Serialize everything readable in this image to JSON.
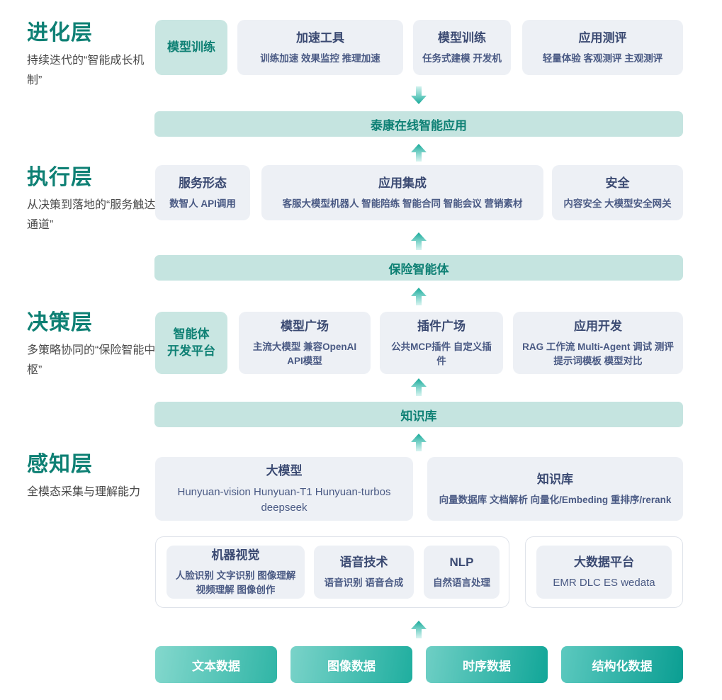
{
  "layers": [
    {
      "title": "进化层",
      "desc": "持续迭代的“智能成长机制”"
    },
    {
      "title": "执行层",
      "desc": "从决策到落地的“服务触达通道”"
    },
    {
      "title": "决策层",
      "desc": "多策略协同的“保险智能中枢”"
    },
    {
      "title": "感知层",
      "desc": "全模态采集与理解能力"
    }
  ],
  "evolution_row": [
    {
      "title": "模型训练",
      "sub": "",
      "accent": "teal"
    },
    {
      "title": "加速工具",
      "sub": "训练加速 效果监控 推理加速",
      "accent": "gray"
    },
    {
      "title": "模型训练",
      "sub": "任务式建模 开发机",
      "accent": "gray"
    },
    {
      "title": "应用测评",
      "sub": "轻量体验 客观测评 主观测评",
      "accent": "gray"
    }
  ],
  "bar_application": "泰康在线智能应用",
  "execution_row": [
    {
      "title": "服务形态",
      "sub": "数智人  API调用",
      "accent": "gray"
    },
    {
      "title": "应用集成",
      "sub": "客服大模型机器人 智能陪练 智能合同 智能会议 营销素材",
      "accent": "gray"
    },
    {
      "title": "安全",
      "sub": "内容安全 大模型安全网关",
      "accent": "gray"
    }
  ],
  "bar_agent": "保险智能体",
  "decision_row": [
    {
      "title": "智能体\n开发平台",
      "sub": "",
      "accent": "teal"
    },
    {
      "title": "模型广场",
      "sub": "主流大模型  兼容OpenAI API模型",
      "accent": "gray"
    },
    {
      "title": "插件广场",
      "sub": "公共MCP插件 自定义插件",
      "accent": "gray"
    },
    {
      "title": "应用开发",
      "sub": "RAG 工作流 Multi-Agent 调试 测评 提示词模板 模型对比",
      "accent": "gray"
    }
  ],
  "bar_knowledge": "知识库",
  "perception_row_top": [
    {
      "title": "大模型",
      "sub": "Hunyuan-vision Hunyuan-T1 Hunyuan-turbos deepseek",
      "accent": "gray"
    },
    {
      "title": "知识库",
      "sub": "向量数据库 文档解析 向量化/Embeding 重排序/rerank",
      "accent": "gray"
    }
  ],
  "perception_row_bottom": [
    {
      "title": "机器视觉",
      "sub": "人脸识别 文字识别 图像理解 视频理解 图像创作",
      "accent": "gray"
    },
    {
      "title": "语音技术",
      "sub": "语音识别 语音合成",
      "accent": "gray"
    },
    {
      "title": "NLP",
      "sub": "自然语言处理",
      "accent": "gray"
    },
    {
      "title": "大数据平台",
      "sub": "EMR DLC ES wedata",
      "accent": "gray"
    }
  ],
  "data_sources": [
    {
      "label": "文本数据"
    },
    {
      "label": "图像数据"
    },
    {
      "label": "时序数据"
    },
    {
      "label": "结构化数据"
    }
  ],
  "arrows": [
    {
      "name": "arrow-down-to-application",
      "direction": "down"
    },
    {
      "name": "arrow-up-to-application",
      "direction": "up"
    },
    {
      "name": "arrow-up-to-agent",
      "direction": "up"
    },
    {
      "name": "arrow-up-to-knowledge",
      "direction": "up"
    },
    {
      "name": "arrow-up-to-perception",
      "direction": "up"
    },
    {
      "name": "arrow-up-from-data",
      "direction": "up"
    }
  ],
  "colors": {
    "accent_teal": "#0e8074",
    "card_teal": "#c9e6e2",
    "card_gray": "#edf0f5",
    "card_text": "#3b4a72",
    "chip_gradient_start": "#7fd4c9",
    "chip_gradient_end": "#14a699"
  }
}
